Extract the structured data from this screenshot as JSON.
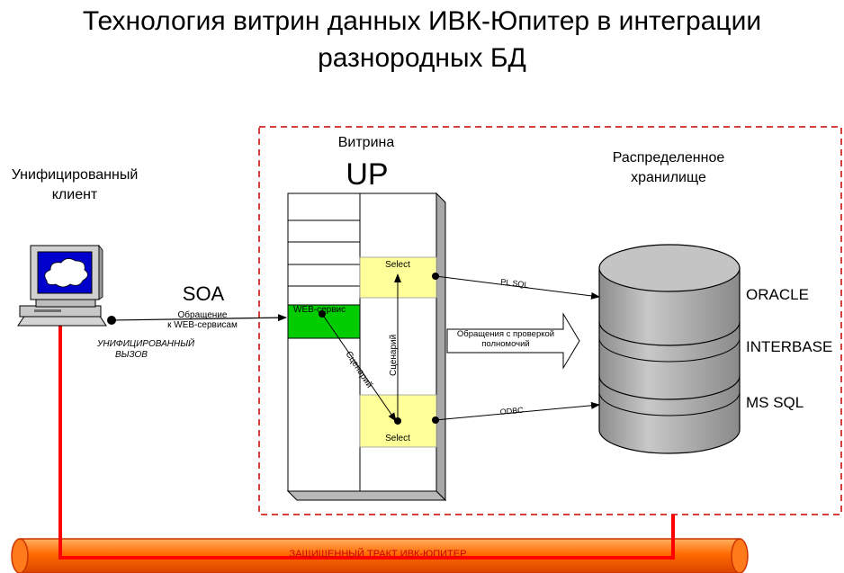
{
  "title": {
    "line1": "Технология витрин данных ИВК-Юпитер в интеграции",
    "line2": "разнородных БД"
  },
  "client": {
    "label_line1": "Унифицированный",
    "label_line2": "клиент"
  },
  "soa": {
    "label": "SOA",
    "sub_line1": "Обращение",
    "sub_line2": "к WEB-сервисам",
    "call_line1": "УНИФИЦИРОВАННЫЙ",
    "call_line2": "ВЫЗОВ"
  },
  "showcase": {
    "label": "Витрина",
    "name": "UP",
    "web_service": "WEB-сервис",
    "select_top": "Select",
    "select_bottom": "Select",
    "scenario_diag": "Сценарий",
    "scenario_vert": "Сценарий"
  },
  "storage": {
    "label_line1": "Распределенное",
    "label_line2": "хранилище",
    "databases": [
      "ORACLE",
      "INTERBASE",
      "MS SQL"
    ]
  },
  "links": {
    "pl_sql": "PL SQL",
    "odbc": "ODBC",
    "access_line1": "Обращения с проверкой",
    "access_line2": "полномочий"
  },
  "channel": {
    "label": "ЗАЩИЩЕННЫЙ ТРАКТ ИВК-ЮПИТЕР"
  },
  "colors": {
    "dashed_border": "#cc0000",
    "pipe_fill": "#ff6600",
    "pipe_line": "#ff0000",
    "web_service": "#00cc00",
    "select_box": "#ffff99",
    "db_fill": "#b0b0b0",
    "monitor_screen": "#0000cc"
  }
}
